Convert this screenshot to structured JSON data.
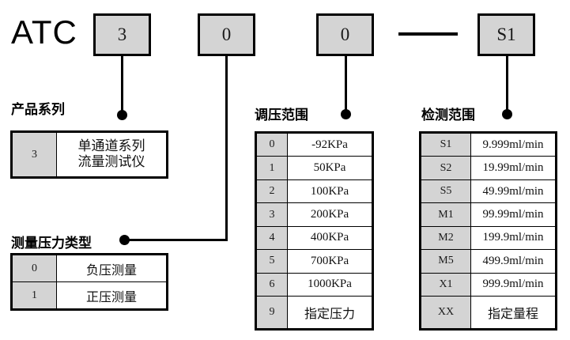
{
  "model": {
    "prefix": "ATC",
    "boxes": [
      {
        "value": "3"
      },
      {
        "value": "0"
      },
      {
        "value": "0"
      },
      {
        "value": "S1"
      }
    ],
    "separator": "—"
  },
  "sections": {
    "product_series": {
      "title": "产品系列",
      "rows": [
        {
          "code": "3",
          "value": "单通道系列\n流量测试仪"
        }
      ]
    },
    "pressure_type": {
      "title": "测量压力类型",
      "rows": [
        {
          "code": "0",
          "value": "负压测量"
        },
        {
          "code": "1",
          "value": "正压测量"
        }
      ]
    },
    "pressure_range": {
      "title": "调压范围",
      "rows": [
        {
          "code": "0",
          "value": "-92KPa"
        },
        {
          "code": "1",
          "value": "50KPa"
        },
        {
          "code": "2",
          "value": "100KPa"
        },
        {
          "code": "3",
          "value": "200KPa"
        },
        {
          "code": "4",
          "value": "400KPa"
        },
        {
          "code": "5",
          "value": "700KPa"
        },
        {
          "code": "6",
          "value": "1000KPa"
        },
        {
          "code": "9",
          "value": "指定压力"
        }
      ]
    },
    "detection_range": {
      "title": "检测范围",
      "rows": [
        {
          "code": "S1",
          "value": "9.999ml/min"
        },
        {
          "code": "S2",
          "value": "19.99ml/min"
        },
        {
          "code": "S5",
          "value": "49.99ml/min"
        },
        {
          "code": "M1",
          "value": "99.99ml/min"
        },
        {
          "code": "M2",
          "value": "199.9ml/min"
        },
        {
          "code": "M5",
          "value": "499.9ml/min"
        },
        {
          "code": "X1",
          "value": "999.9ml/min"
        },
        {
          "code": "XX",
          "value": "指定量程"
        }
      ]
    }
  },
  "colors": {
    "box_fill": "#d4d4d4",
    "line": "#000000",
    "background": "#ffffff"
  }
}
